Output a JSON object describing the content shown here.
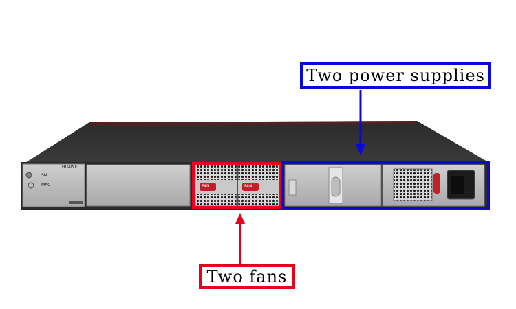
{
  "annotations": {
    "power_supplies": {
      "label": "Two power supplies",
      "color": "#0a08d6"
    },
    "fans": {
      "label": "Two fans",
      "color": "#e8001f"
    }
  },
  "device": {
    "brand": "HUAWEI",
    "port_labels": [
      "SN",
      "MAC"
    ],
    "fan_module_label": "FAN",
    "icons": [
      "ground-icon",
      "power-inlet-icon"
    ]
  }
}
